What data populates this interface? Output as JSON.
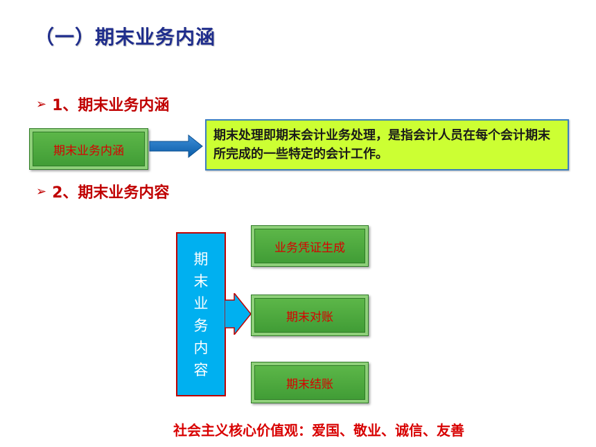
{
  "title": "（一）期末业务内涵",
  "section1": {
    "heading": "1、期末业务内涵",
    "box_label": "期末业务内涵",
    "definition": "期末处理即期末会计业务处理，是指会计人员在每个会计期末所完成的一些特定的会计工作。"
  },
  "section2": {
    "heading": "2、期末业务内容",
    "main_label": [
      "期",
      "末",
      "业",
      "务",
      "内",
      "容"
    ],
    "items": [
      "业务凭证生成",
      "期末对账",
      "期末结账"
    ]
  },
  "footer": "社会主义核心价值观：爱国、敬业、诚信、友善",
  "colors": {
    "title": "#1f2d8c",
    "heading": "#c00000",
    "green_box": "#4caf3f",
    "definition_bg": "#ccff33",
    "blue_box": "#00b0f0",
    "arrow": "#0070c0"
  }
}
